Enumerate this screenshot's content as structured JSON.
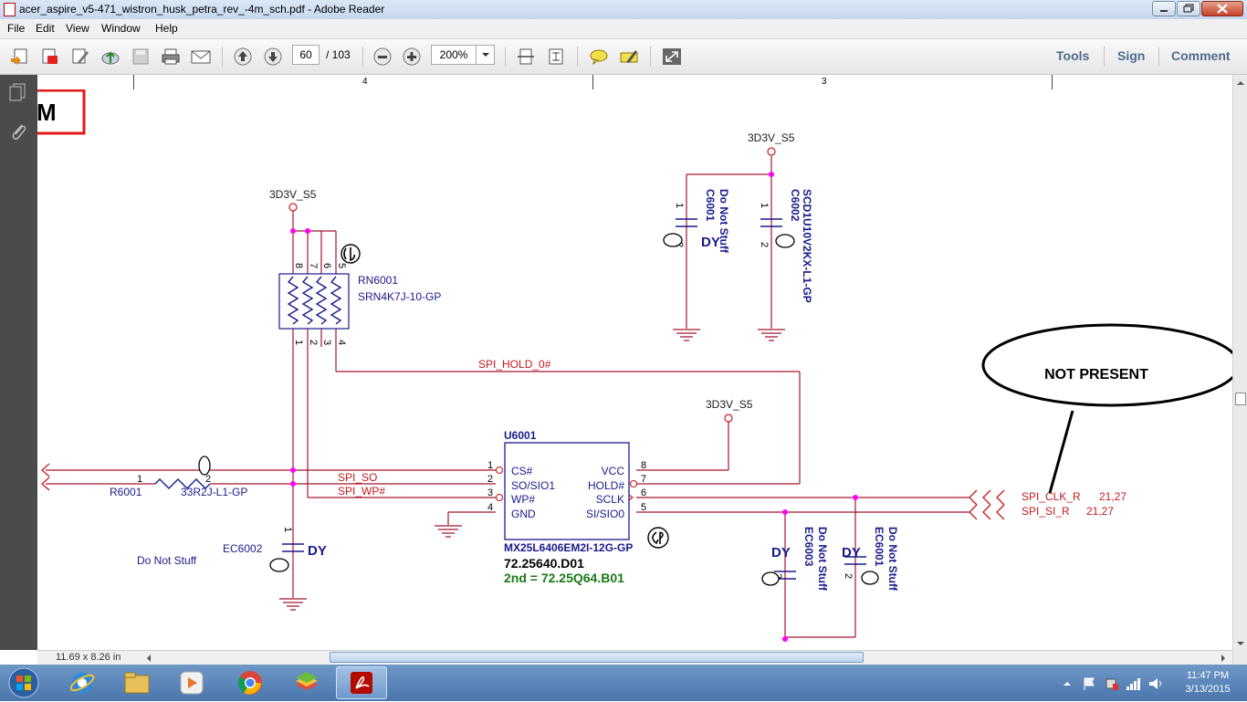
{
  "window": {
    "title": "acer_aspire_v5-471_wistron_husk_petra_rev_-4m_sch.pdf - Adobe Reader"
  },
  "menu": [
    "File",
    "Edit",
    "View",
    "Window",
    "Help"
  ],
  "toolbar": {
    "page_current": "60",
    "page_total": "/ 103",
    "zoom": "200%",
    "links": [
      "Tools",
      "Sign",
      "Comment"
    ]
  },
  "ruler": {
    "labels": [
      "4",
      "3"
    ]
  },
  "schematic": {
    "title_fragment": "M",
    "power": [
      "3D3V_S5",
      "3D3V_S5",
      "3D3V_S5"
    ],
    "rn6001": {
      "ref": "RN6001",
      "part": "SRN4K7J-10-GP",
      "pins_top": [
        "8",
        "7",
        "6",
        "5"
      ],
      "pins_bottom": [
        "1",
        "2",
        "3",
        "4"
      ]
    },
    "c6001": {
      "ref": "C6001",
      "note": "Do Not Stuff",
      "pin1": "1",
      "pin2": "2",
      "dy": "DY"
    },
    "c6002": {
      "ref": "C6002",
      "part": "SCD1U10V2KX-L1-GP",
      "pin1": "1",
      "pin2": "2"
    },
    "r6001": {
      "ref": "R6001",
      "part": "33R2J-L1-GP",
      "pin1": "1",
      "pin2": "2"
    },
    "ec6002": {
      "ref": "EC6002",
      "note": "Do Not Stuff",
      "dy": "DY",
      "pin1": "1"
    },
    "ec6003": {
      "ref": "EC6003",
      "note": "Do Not Stuff",
      "dy": "DY",
      "pin2": "2"
    },
    "ec6001": {
      "ref": "EC6001",
      "note": "Do Not Stuff",
      "dy": "DY",
      "pin2": "2"
    },
    "u6001": {
      "ref": "U6001",
      "pins_left": [
        {
          "num": "1",
          "name": "CS#"
        },
        {
          "num": "2",
          "name": "SO/SIO1"
        },
        {
          "num": "3",
          "name": "WP#"
        },
        {
          "num": "4",
          "name": "GND"
        }
      ],
      "pins_right": [
        {
          "num": "8",
          "name": "VCC"
        },
        {
          "num": "7",
          "name": "HOLD#"
        },
        {
          "num": "6",
          "name": "SCLK"
        },
        {
          "num": "5",
          "name": "SI/SIO0"
        }
      ],
      "part": "MX25L6406EM2I-12G-GP",
      "pn": "72.25640.D01",
      "second": "2nd = 72.25Q64.B01"
    },
    "nets": {
      "hold": "SPI_HOLD_0#",
      "so": "SPI_SO",
      "wp": "SPI_WP#",
      "clk": "SPI_CLK_R",
      "clk_ref": "21,27",
      "si": "SPI_SI_R",
      "si_ref": "21,27"
    },
    "annotation": "NOT PRESENT"
  },
  "status": {
    "page_size": "11.69 x 8.26 in"
  },
  "taskbar": {
    "time": "11:47 PM",
    "date": "3/13/2015"
  },
  "colors": {
    "net_red": "#c8191e",
    "part_blue": "#1a1a8c",
    "junction": "#ff00ff",
    "bom_green": "#1a7a1a"
  }
}
